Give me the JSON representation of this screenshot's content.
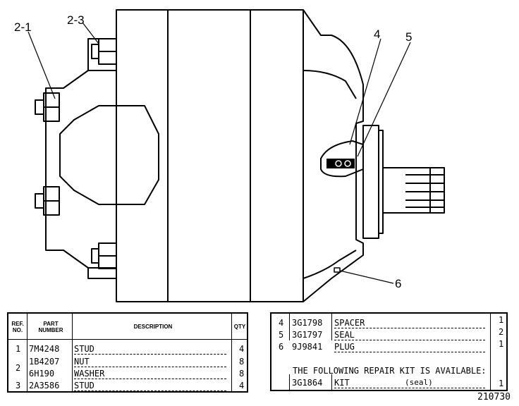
{
  "callouts": [
    "2-1",
    "2-3",
    "4",
    "5",
    "6"
  ],
  "table_left": {
    "headers": {
      "ref": "REF. NO.",
      "part": "PART NUMBER",
      "desc": "DESCRIPTION",
      "qty": "QTY"
    },
    "rows": [
      {
        "ref": "1",
        "part": "7M4248",
        "desc": "STUD",
        "qty": "4"
      },
      {
        "ref": "",
        "part": "1B4207",
        "desc": "NUT",
        "qty": "8"
      },
      {
        "ref": "2",
        "part": "6H190",
        "desc": "WASHER",
        "qty": "8"
      },
      {
        "ref": "3",
        "part": "2A3586",
        "desc": "STUD",
        "qty": "4"
      }
    ]
  },
  "table_right": {
    "rows": [
      {
        "ref": "4",
        "part": "3G1798",
        "desc": "SPACER",
        "qty": "1"
      },
      {
        "ref": "5",
        "part": "3G1797",
        "desc": "SEAL",
        "qty": "2"
      },
      {
        "ref": "6",
        "part": "9J9841",
        "desc": "PLUG",
        "qty": "1"
      }
    ],
    "kit_note": "THE FOLLOWING REPAIR KIT IS AVAILABLE:",
    "kit": {
      "part": "3G1864",
      "desc": "KIT",
      "note": "(seal)",
      "qty": "1"
    }
  },
  "figure_number": "210730"
}
